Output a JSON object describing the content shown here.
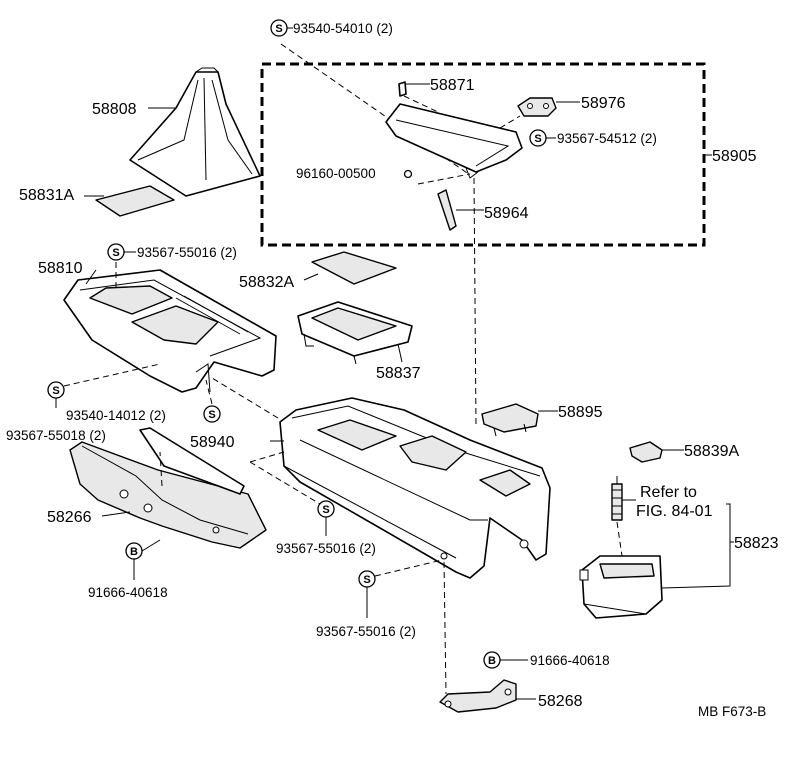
{
  "labels": {
    "p93540_54010": "93540-54010 (2)",
    "p58871": "58871",
    "p58976": "58976",
    "p93567_54512": "93567-54512 (2)",
    "p58905": "58905",
    "p96160_00500": "96160-00500",
    "p58964": "58964",
    "p58808": "58808",
    "p58831A": "58831A",
    "p93567_55016_a": "93567-55016 (2)",
    "p58810": "58810",
    "p58832A": "58832A",
    "p58837": "58837",
    "p93540_14012": "93540-14012 (2)",
    "p93567_55018": "93567-55018 (2)",
    "p58940": "58940",
    "p58895": "58895",
    "p58839A": "58839A",
    "refer_line1": "Refer to",
    "refer_line2": "FIG. 84-01",
    "p58823": "58823",
    "p58266": "58266",
    "p93567_55016_b": "93567-55016 (2)",
    "p91666_40618_a": "91666-40618",
    "p93567_55016_c": "93567-55016 (2)",
    "p91666_40618_b": "91666-40618",
    "p58268": "58268",
    "footer": "MB  F673-B"
  },
  "symbols": {
    "screw": "S",
    "bolt": "B"
  }
}
